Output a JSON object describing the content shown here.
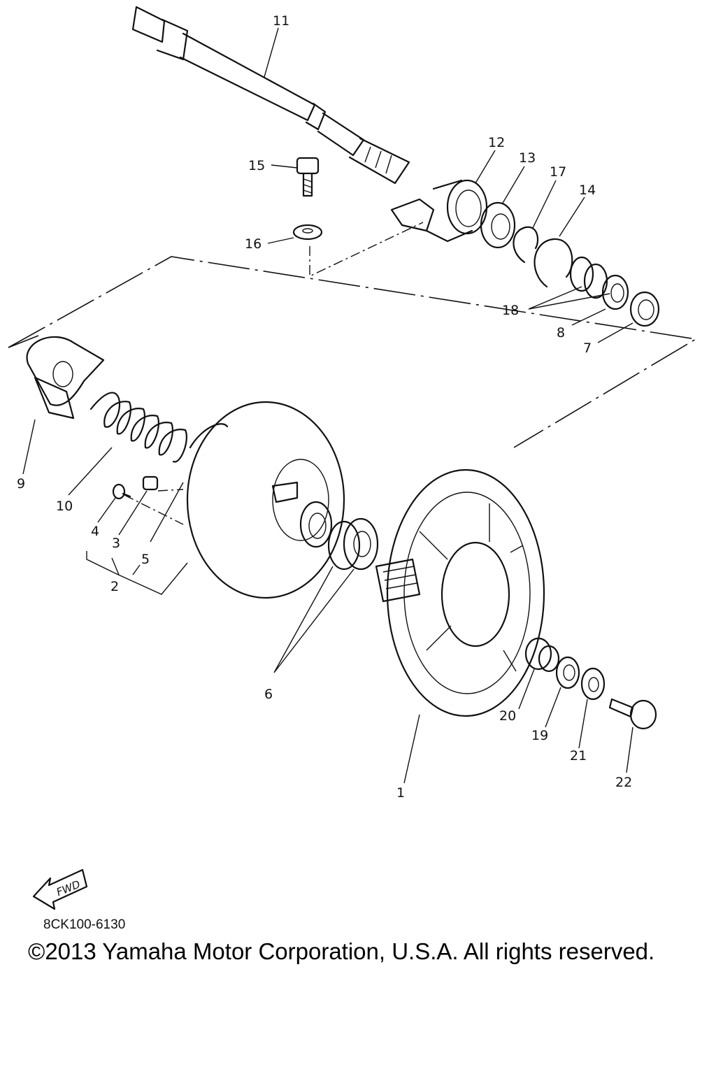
{
  "diagram": {
    "callouts": [
      "11",
      "12",
      "13",
      "17",
      "14",
      "15",
      "16",
      "18",
      "8",
      "7",
      "9",
      "10",
      "4",
      "3",
      "5",
      "2",
      "6",
      "20",
      "19",
      "21",
      "1",
      "22"
    ],
    "fwd_label": "FWD",
    "drawing_code": "8CK100-6130",
    "copyright": "©2013 Yamaha Motor Corporation, U.S.A. All rights reserved."
  }
}
